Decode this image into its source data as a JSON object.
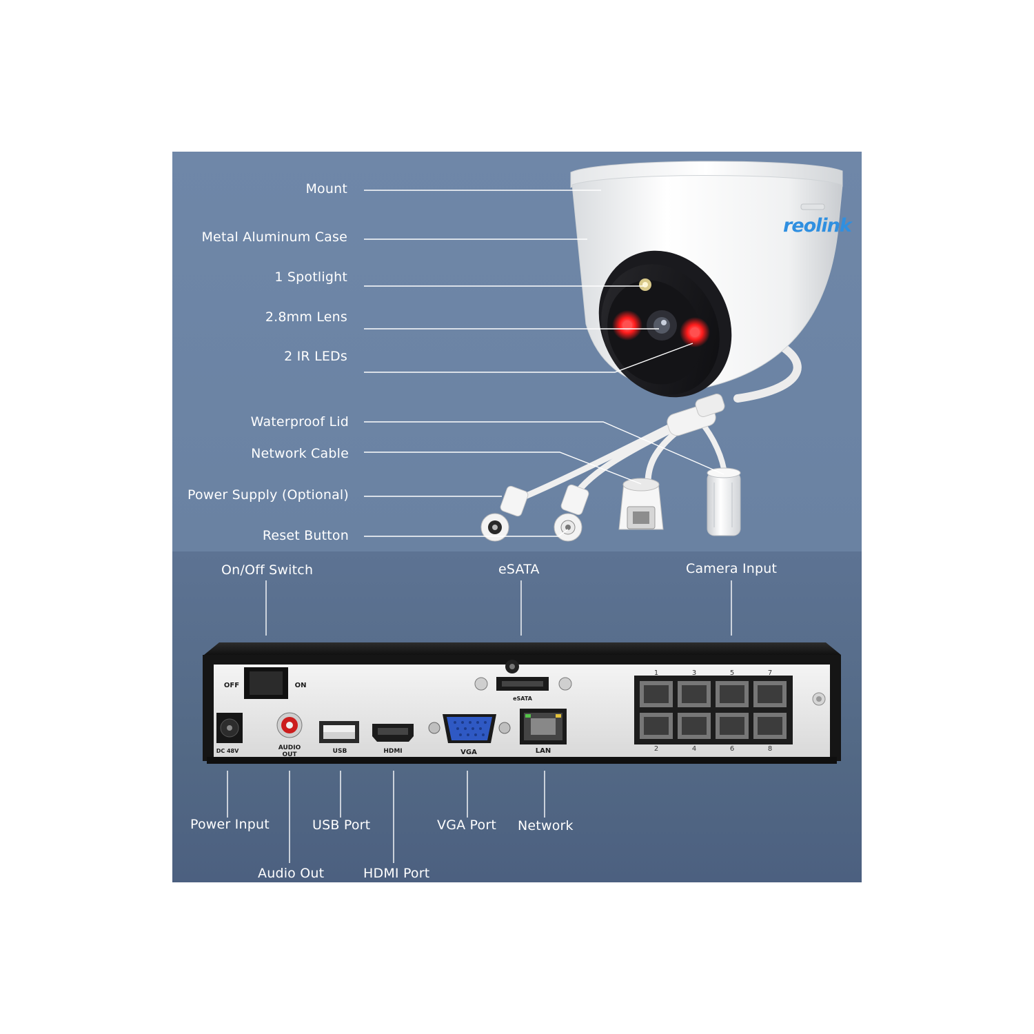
{
  "camera_labels": {
    "mount": "Mount",
    "case": "Metal Aluminum Case",
    "spotlight": "1 Spotlight",
    "lens": "2.8mm Lens",
    "ir_leds": "2 IR LEDs",
    "waterproof_lid": "Waterproof Lid",
    "network_cable": "Network Cable",
    "power_supply": "Power Supply (Optional)",
    "reset_button": "Reset Button"
  },
  "camera_logo": "reolink",
  "nvr_labels": {
    "on_off_switch": "On/Off Switch",
    "esata": "eSATA",
    "camera_input": "Camera Input",
    "power_input": "Power Input",
    "audio_out": "Audio Out",
    "usb_port": "USB Port",
    "hdmi_port": "HDMI Port",
    "vga_port": "VGA Port",
    "network": "Network"
  },
  "nvr_panel_text": {
    "off": "OFF",
    "on": "ON",
    "dc": "DC 48V",
    "audio": "AUDIO",
    "out": "OUT",
    "usb": "USB",
    "hdmi": "HDMI",
    "vga": "VGA",
    "lan": "LAN",
    "esata": "eSATA",
    "port_numbers_top": [
      "1",
      "3",
      "5",
      "7"
    ],
    "port_numbers_bottom": [
      "2",
      "4",
      "6",
      "8"
    ]
  },
  "colors": {
    "panel_blue": "#6f87a8",
    "ir_red": "#ff2a2a",
    "camera_white": "#f2f2f2",
    "nvr_black": "#1c1c1c"
  }
}
